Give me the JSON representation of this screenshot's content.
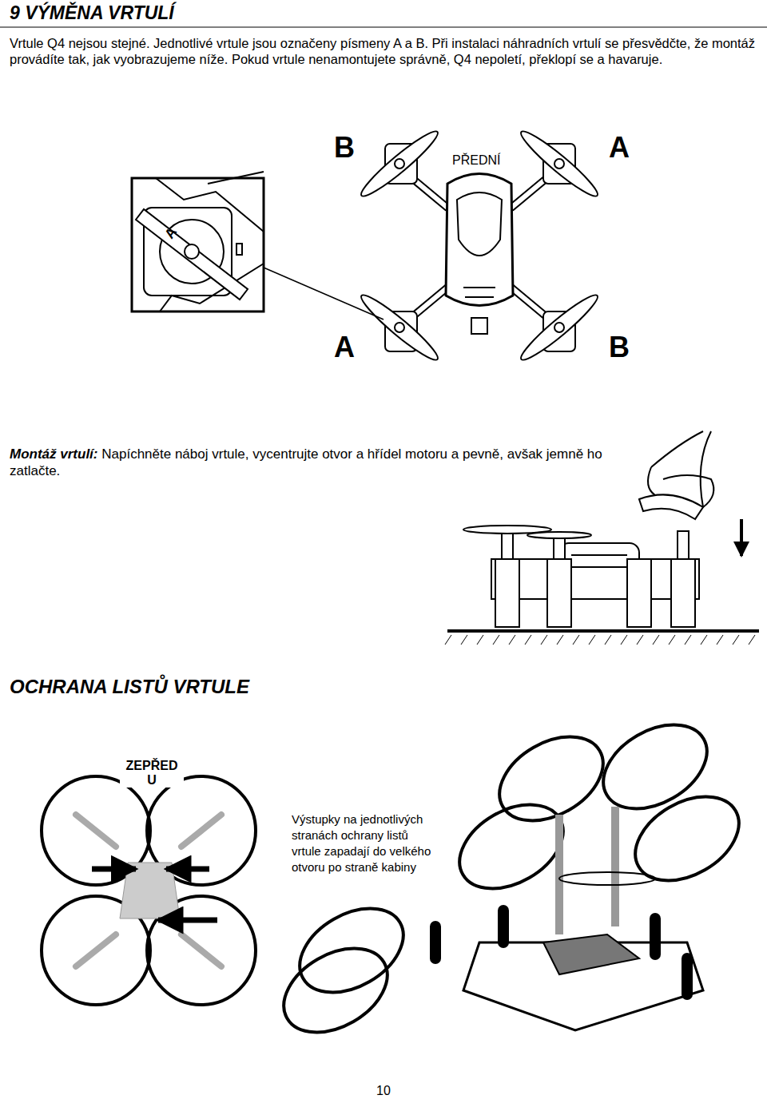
{
  "diagram": {
    "title": "9 VÝMĚNA VRTULÍ",
    "labels": [
      "Vrtule Q4 nejsou stejné. Jednotlivé vrtule jsou označeny písmeny A a B. Při instalaci náhradních vrtulí se přesvědčte, že montáž provádíte tak, jak vyobrazujeme níže. Pokud vrtule nenamontujete správně, Q4 nepoletí, překlopí se a havaruje.",
      "B",
      "A",
      "PŘEDNÍ",
      "A",
      "B",
      "A",
      "Montáž vrtulí:",
      "Napíchněte náboj vrtule, vycentrujte otvor a hřídel motoru a pevně, avšak jemně ho zatlačte.",
      "OCHRANA LISTŮ VRTULE",
      "ZEPŘED U",
      "Výstupky na jednotlivých stranách ochrany listů vrtule zapadají do velkého otvoru po straně kabiny",
      "10"
    ]
  }
}
